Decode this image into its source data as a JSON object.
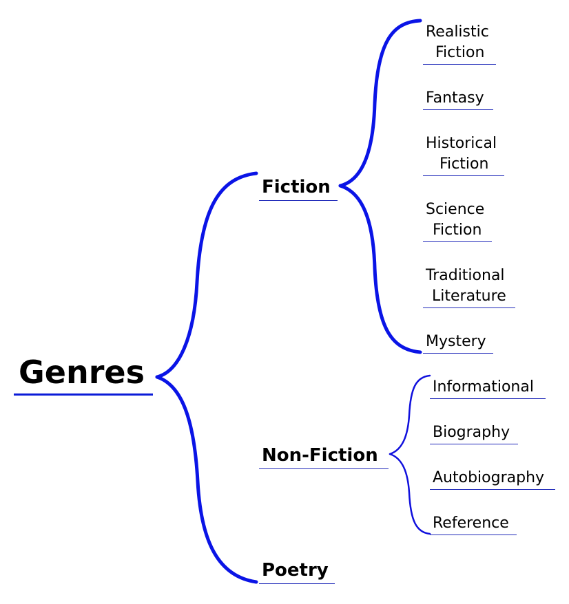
{
  "root": {
    "label": "Genres"
  },
  "branches": [
    {
      "key": "fiction",
      "label": "Fiction",
      "children": [
        {
          "key": "realistic",
          "lines": [
            "Realistic",
            "Fiction"
          ]
        },
        {
          "key": "fantasy",
          "lines": [
            "Fantasy"
          ]
        },
        {
          "key": "historical",
          "lines": [
            "Historical",
            "Fiction"
          ]
        },
        {
          "key": "science",
          "lines": [
            "Science",
            "Fiction"
          ]
        },
        {
          "key": "traditional",
          "lines": [
            "Traditional",
            "Literature"
          ]
        },
        {
          "key": "mystery",
          "lines": [
            "Mystery"
          ]
        }
      ]
    },
    {
      "key": "nonfiction",
      "label": "Non-Fiction",
      "children": [
        {
          "key": "informational",
          "lines": [
            "Informational"
          ]
        },
        {
          "key": "biography",
          "lines": [
            "Biography"
          ]
        },
        {
          "key": "autobiography",
          "lines": [
            "Autobiography"
          ]
        },
        {
          "key": "reference",
          "lines": [
            "Reference"
          ]
        }
      ]
    },
    {
      "key": "poetry",
      "label": "Poetry",
      "children": []
    }
  ],
  "colors": {
    "connector": "#0a14e6",
    "connector_thin": "#1010dd",
    "underline": "#1b25b8"
  }
}
